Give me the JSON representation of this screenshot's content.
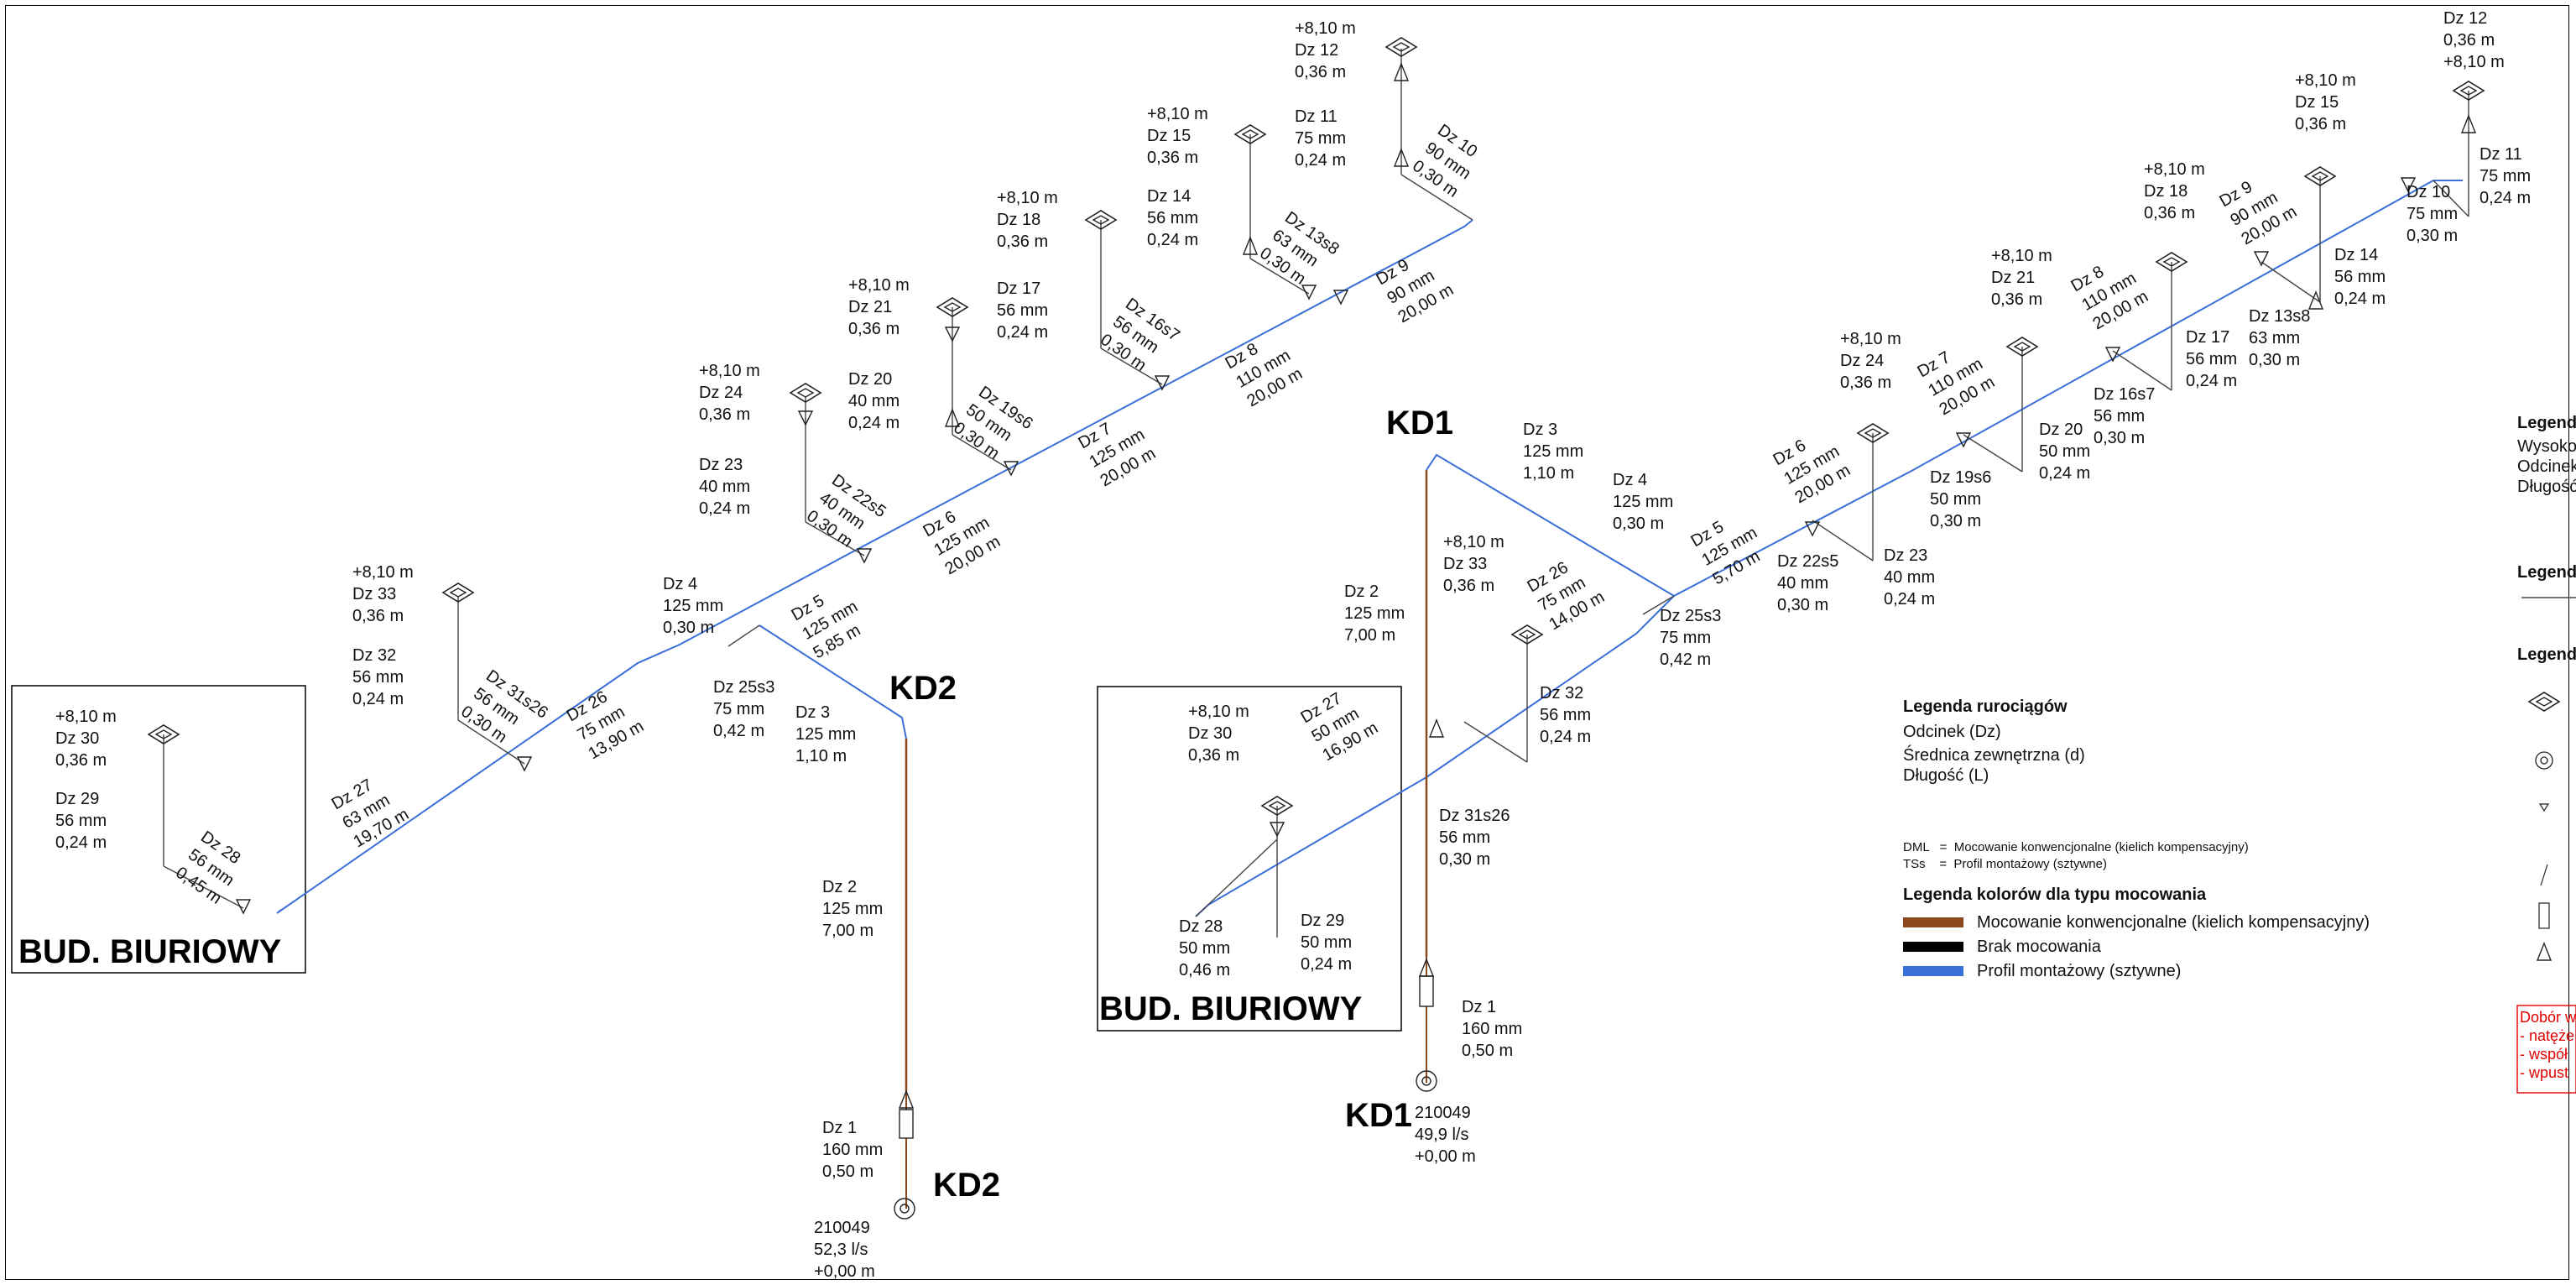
{
  "colors": {
    "conventional": "#8b4a1e",
    "none": "#000000",
    "profile": "#3a6fd8",
    "thin_line": "#444444",
    "red_note": "#e00000"
  },
  "left_system": {
    "building_label": "BUD. BIURIOWY",
    "kd_top": "KD2",
    "kd_bottom": "KD2",
    "sections": [
      {
        "id": "dz1",
        "text": [
          "Dz 1",
          "160 mm",
          "0,50 m"
        ]
      },
      {
        "id": "dz2",
        "text": [
          "Dz 2",
          "125 mm",
          "7,00 m"
        ]
      },
      {
        "id": "dz3",
        "text": [
          "Dz 3",
          "125 mm",
          "1,10 m"
        ]
      },
      {
        "id": "dz4",
        "text": [
          "Dz 4",
          "125 mm",
          "0,30 m"
        ]
      },
      {
        "id": "dz25s3",
        "text": [
          "Dz 25s3",
          "75 mm",
          "0,42 m"
        ]
      },
      {
        "id": "dz5",
        "text": [
          "Dz 5",
          "125 mm",
          "5,85 m"
        ]
      },
      {
        "id": "dz6",
        "text": [
          "Dz 6",
          "125 mm",
          "20,00 m"
        ]
      },
      {
        "id": "dz7",
        "text": [
          "Dz 7",
          "125 mm",
          "20,00 m"
        ]
      },
      {
        "id": "dz8",
        "text": [
          "Dz 8",
          "110 mm",
          "20,00 m"
        ]
      },
      {
        "id": "dz9",
        "text": [
          "Dz 9",
          "90 mm",
          "20,00 m"
        ]
      },
      {
        "id": "dz10",
        "text": [
          "Dz 10",
          "90 mm",
          "0,30 m"
        ]
      },
      {
        "id": "dz11",
        "text": [
          "Dz 11",
          "75 mm",
          "0,24 m"
        ]
      },
      {
        "id": "dz12",
        "text": [
          "+8,10 m",
          "Dz 12",
          "0,36 m"
        ]
      },
      {
        "id": "dz13s8",
        "text": [
          "Dz 13s8",
          "63 mm",
          "0,30 m"
        ]
      },
      {
        "id": "dz14",
        "text": [
          "Dz 14",
          "56 mm",
          "0,24 m"
        ]
      },
      {
        "id": "dz15",
        "text": [
          "+8,10 m",
          "Dz 15",
          "0,36 m"
        ]
      },
      {
        "id": "dz16s7",
        "text": [
          "Dz 16s7",
          "56 mm",
          "0,30 m"
        ]
      },
      {
        "id": "dz17",
        "text": [
          "Dz 17",
          "56 mm",
          "0,24 m"
        ]
      },
      {
        "id": "dz18",
        "text": [
          "+8,10 m",
          "Dz 18",
          "0,36 m"
        ]
      },
      {
        "id": "dz19s6",
        "text": [
          "Dz 19s6",
          "50 mm",
          "0,30 m"
        ]
      },
      {
        "id": "dz20",
        "text": [
          "Dz 20",
          "40 mm",
          "0,24 m"
        ]
      },
      {
        "id": "dz21",
        "text": [
          "+8,10 m",
          "Dz 21",
          "0,36 m"
        ]
      },
      {
        "id": "dz22s5",
        "text": [
          "Dz 22s5",
          "40 mm",
          "0,30 m"
        ]
      },
      {
        "id": "dz23",
        "text": [
          "Dz 23",
          "40 mm",
          "0,24 m"
        ]
      },
      {
        "id": "dz24",
        "text": [
          "+8,10 m",
          "Dz 24",
          "0,36 m"
        ]
      },
      {
        "id": "dz26",
        "text": [
          "Dz 26",
          "75 mm",
          "13,90 m"
        ]
      },
      {
        "id": "dz27",
        "text": [
          "Dz 27",
          "63 mm",
          "19,70 m"
        ]
      },
      {
        "id": "dz28",
        "text": [
          "Dz 28",
          "56 mm",
          "0,45 m"
        ]
      },
      {
        "id": "dz29",
        "text": [
          "Dz 29",
          "56 mm",
          "0,24 m"
        ]
      },
      {
        "id": "dz30",
        "text": [
          "+8,10 m",
          "Dz 30",
          "0,36 m"
        ]
      },
      {
        "id": "dz31s26",
        "text": [
          "Dz 31s26",
          "56 mm",
          "0,30 m"
        ]
      },
      {
        "id": "dz32",
        "text": [
          "Dz 32",
          "56 mm",
          "0,24 m"
        ]
      },
      {
        "id": "dz33",
        "text": [
          "+8,10 m",
          "Dz 33",
          "0,36 m"
        ]
      },
      {
        "id": "outlet",
        "text": [
          "210049",
          "52,3 l/s",
          "+0,00 m"
        ]
      }
    ]
  },
  "right_system": {
    "building_label": "BUD. BIURIOWY",
    "kd_top": "KD1",
    "kd_bottom": "KD1",
    "sections": [
      {
        "id": "dz1",
        "text": [
          "Dz 1",
          "160 mm",
          "0,50 m"
        ]
      },
      {
        "id": "dz2",
        "text": [
          "Dz 2",
          "125 mm",
          "7,00 m"
        ]
      },
      {
        "id": "dz3",
        "text": [
          "Dz 3",
          "125 mm",
          "1,10 m"
        ]
      },
      {
        "id": "dz4",
        "text": [
          "Dz 4",
          "125 mm",
          "0,30 m"
        ]
      },
      {
        "id": "dz25s3",
        "text": [
          "Dz 25s3",
          "75 mm",
          "0,42 m"
        ]
      },
      {
        "id": "dz5",
        "text": [
          "Dz 5",
          "125 mm",
          "5,70 m"
        ]
      },
      {
        "id": "dz6",
        "text": [
          "Dz 6",
          "125 mm",
          "20,00 m"
        ]
      },
      {
        "id": "dz7",
        "text": [
          "Dz 7",
          "110 mm",
          "20,00 m"
        ]
      },
      {
        "id": "dz8",
        "text": [
          "Dz 8",
          "110 mm",
          "20,00 m"
        ]
      },
      {
        "id": "dz9",
        "text": [
          "Dz 9",
          "90 mm",
          "20,00 m"
        ]
      },
      {
        "id": "dz10",
        "text": [
          "Dz 10",
          "75 mm",
          "0,30 m"
        ]
      },
      {
        "id": "dz11",
        "text": [
          "Dz 11",
          "75 mm",
          "0,24 m"
        ]
      },
      {
        "id": "dz12",
        "text": [
          "Dz 12",
          "0,36 m",
          "+8,10 m"
        ]
      },
      {
        "id": "dz13s8",
        "text": [
          "Dz 13s8",
          "63 mm",
          "0,30 m"
        ]
      },
      {
        "id": "dz14",
        "text": [
          "Dz 14",
          "56 mm",
          "0,24 m"
        ]
      },
      {
        "id": "dz15",
        "text": [
          "+8,10 m",
          "Dz 15",
          "0,36 m"
        ]
      },
      {
        "id": "dz16s7",
        "text": [
          "Dz 16s7",
          "56 mm",
          "0,30 m"
        ]
      },
      {
        "id": "dz17",
        "text": [
          "Dz 17",
          "56 mm",
          "0,24 m"
        ]
      },
      {
        "id": "dz18",
        "text": [
          "+8,10 m",
          "Dz 18",
          "0,36 m"
        ]
      },
      {
        "id": "dz19s6",
        "text": [
          "Dz 19s6",
          "50 mm",
          "0,30 m"
        ]
      },
      {
        "id": "dz20",
        "text": [
          "Dz 20",
          "50 mm",
          "0,24 m"
        ]
      },
      {
        "id": "dz21",
        "text": [
          "+8,10 m",
          "Dz 21",
          "0,36 m"
        ]
      },
      {
        "id": "dz22s5",
        "text": [
          "Dz 22s5",
          "40 mm",
          "0,30 m"
        ]
      },
      {
        "id": "dz23",
        "text": [
          "Dz 23",
          "40 mm",
          "0,24 m"
        ]
      },
      {
        "id": "dz24",
        "text": [
          "+8,10 m",
          "Dz 24",
          "0,36 m"
        ]
      },
      {
        "id": "dz26",
        "text": [
          "Dz 26",
          "75 mm",
          "14,00 m"
        ]
      },
      {
        "id": "dz27",
        "text": [
          "Dz 27",
          "50 mm",
          "16,90 m"
        ]
      },
      {
        "id": "dz28",
        "text": [
          "Dz 28",
          "50 mm",
          "0,46 m"
        ]
      },
      {
        "id": "dz29",
        "text": [
          "Dz 29",
          "50 mm",
          "0,24 m"
        ]
      },
      {
        "id": "dz30",
        "text": [
          "+8,10 m",
          "Dz 30",
          "0,36 m"
        ]
      },
      {
        "id": "dz31s26",
        "text": [
          "Dz 31s26",
          "56 mm",
          "0,30 m"
        ]
      },
      {
        "id": "dz32",
        "text": [
          "Dz 32",
          "56 mm",
          "0,24 m"
        ]
      },
      {
        "id": "dz33",
        "text": [
          "+8,10 m",
          "Dz 33",
          "0,36 m"
        ]
      },
      {
        "id": "outlet",
        "text": [
          "210049",
          "49,9 l/s",
          "+0,00 m"
        ]
      }
    ]
  },
  "legend_pipes": {
    "title": "Legenda rurociągów",
    "lines": [
      "Odcinek (Dz)",
      "Średnica zewnętrzna (d)",
      "Długość (L)"
    ],
    "abbr": [
      "DML   =  Mocowanie konwencjonalne (kielich kompensacyjny)",
      "TSs    =  Profil montażowy (sztywne)"
    ]
  },
  "legend_colors": {
    "title": "Legenda kolorów dla typu mocowania",
    "items": [
      {
        "label": "Mocowanie konwencjonalne (kielich kompensacyjny)",
        "color": "#8b4a1e"
      },
      {
        "label": "Brak mocowania",
        "color": "#000000"
      },
      {
        "label": "Profil montażowy (sztywne)",
        "color": "#3a6fd8"
      }
    ]
  },
  "right_edge": {
    "legend_a_title": "Legend",
    "legend_a_lines": [
      "Wysokoś",
      "Odcinek",
      "Długość"
    ],
    "legend_b_title": "Legend",
    "legend_c_title": "Legend",
    "red_note": [
      "Dobór w",
      "- natęże",
      "- współ",
      "- wpust"
    ]
  }
}
